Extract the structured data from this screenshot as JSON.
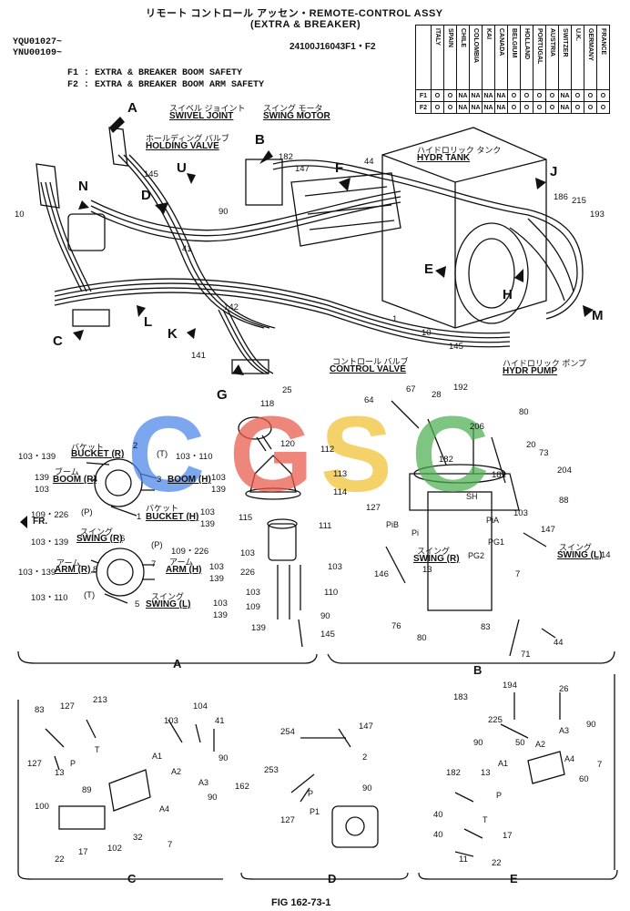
{
  "header": {
    "title_jp": "リモート コントロール アッセン・REMOTE-CONTROL ASSY",
    "subtitle": "(EXTRA & BREAKER)",
    "part_number": "24100J16043F1・F2",
    "serial_1": "YQU01027~",
    "serial_2": "YNU00109~",
    "f1_note": "F1 : EXTRA & BREAKER BOOM SAFETY",
    "f2_note": "F2 : EXTRA & BREAKER BOOM ARM SAFETY"
  },
  "country_table": {
    "countries": [
      "ITALY",
      "SPAIN",
      "CHILE",
      "COLOMBIA",
      "KAI",
      "CANADA",
      "BELGIUM",
      "HOLLAND",
      "PORTUGAL",
      "AUSTRIA",
      "SWITZER",
      "U.K.",
      "GERMANY",
      "FRANCE"
    ],
    "rows": [
      {
        "label": "F1",
        "cells": [
          "O",
          "O",
          "NA",
          "NA",
          "NA",
          "NA",
          "O",
          "O",
          "O",
          "O",
          "NA",
          "O",
          "O",
          "O"
        ]
      },
      {
        "label": "F2",
        "cells": [
          "O",
          "O",
          "NA",
          "NA",
          "NA",
          "NA",
          "O",
          "O",
          "O",
          "O",
          "NA",
          "O",
          "O",
          "O"
        ]
      }
    ]
  },
  "labels": {
    "swivel_jp": "スイベル ジョイント",
    "swivel": "SWIVEL JOINT",
    "swing_motor_jp": "スイング モータ",
    "swing_motor": "SWING MOTOR",
    "holding_jp": "ホールディング バルブ",
    "holding": "HOLDING VALVE",
    "tank_jp": "ハイドロリック タンク",
    "tank": "HYDR TANK",
    "cv_jp": "コントロール バルブ",
    "cv": "CONTROL VALVE",
    "pump_jp": "ハイドロリック ポンプ",
    "pump": "HYDR PUMP",
    "fr": "FR."
  },
  "callouts": {
    "A": "A",
    "B": "B",
    "C": "C",
    "D": "D",
    "E": "E",
    "F": "F",
    "G": "G",
    "H": "H",
    "J": "J",
    "K": "K",
    "L": "L",
    "M": "M",
    "N": "N",
    "U": "U"
  },
  "main_numbers": {
    "n10a": "10",
    "n145a": "145",
    "n182": "182",
    "n147": "147",
    "n44": "44",
    "n186": "186",
    "n215": "215",
    "n193": "193",
    "n90": "90",
    "n41": "41",
    "n142": "142",
    "n141": "141",
    "n1": "1",
    "n10b": "10",
    "n145b": "145",
    "n25": "25"
  },
  "section_a": {
    "bucket_r_jp": "バケット",
    "bucket_r": "BUCKET (R)",
    "bucket_r_port": "2",
    "boom_r_jp": "ブーム",
    "boom_r": "BOOM (R)",
    "boom_r_port": "4",
    "t_port": "(T)",
    "t_parts": "103・110",
    "boom_h_port": "3",
    "boom_h": "BOOM (H)",
    "p_port": "(P)",
    "p_parts": "109・226",
    "bucket_h_jp": "バケット",
    "bucket_h_port": "1",
    "bucket_h": "BUCKET (H)",
    "swing_r_jp": "スイング",
    "swing_r": "SWING (R)",
    "swing_r_port": "6",
    "p2_port": "(P)",
    "p2_parts": "109・226",
    "arm_r_jp": "アーム",
    "arm_r": "ARM (R)",
    "arm_r_port": "8",
    "arm_h_port": "7",
    "arm_h_jp": "アーム",
    "arm_h": "ARM (H)",
    "t2_port": "(T)",
    "t2_parts": "103・110",
    "swing_l_jp": "スイング",
    "swing_l_port": "5",
    "swing_l": "SWING (L)",
    "p103_139_a": "103・139",
    "p103_139_b": "103・139",
    "p103_139_c": "103・139",
    "p139a": "139",
    "p103a": "103",
    "p103b": "103",
    "p139b": "139",
    "p109_226": "109・226",
    "p103c": "103",
    "p139c": "139",
    "p103d": "103",
    "p139d": "139",
    "p103e": "103",
    "p139e": "139",
    "p103_110": "103・110",
    "n118": "118",
    "n120": "120",
    "n112": "112",
    "n113": "113",
    "n114": "114",
    "n115": "115",
    "n111": "111",
    "n103a": "103",
    "n226": "226",
    "n103b": "103",
    "n109": "109",
    "n103c": "103",
    "n110": "110",
    "n139": "139",
    "n90": "90",
    "n145": "145"
  },
  "section_b": {
    "n64": "64",
    "n67": "67",
    "n28": "28",
    "n192": "192",
    "n80a": "80",
    "n206": "206",
    "n20": "20",
    "n73": "73",
    "n182": "182",
    "n181": "181",
    "n204": "204",
    "n88": "88",
    "n103": "103",
    "n127": "127",
    "n147": "147",
    "n146": "146",
    "n7": "7",
    "n76": "76",
    "n80b": "80",
    "n83": "83",
    "n71": "71",
    "n44": "44",
    "pib": "PiB",
    "pi": "Pi",
    "pia": "PiA",
    "pg1": "PG1",
    "pg2": "PG2",
    "sh": "SH",
    "swing_r_jp": "スイング",
    "swing_r": "SWING (R)",
    "swing_r_num": "13",
    "swing_l_jp": "スイング",
    "swing_l": "SWING (L)",
    "swing_l_num": "14"
  },
  "section_c": {
    "n83": "83",
    "n127a": "127",
    "n213": "213",
    "n104": "104",
    "n103": "103",
    "n41": "41",
    "n90a": "90",
    "n162": "162",
    "n90b": "90",
    "n127b": "127",
    "n13": "13",
    "n89": "89",
    "n100": "100",
    "n32": "32",
    "n102": "102",
    "n17": "17",
    "n22": "22",
    "n7": "7",
    "p": "P",
    "t": "T",
    "a1": "A1",
    "a2": "A2",
    "a3": "A3",
    "a4": "A4"
  },
  "section_d": {
    "n254": "254",
    "n147": "147",
    "n2": "2",
    "n253": "253",
    "n90": "90",
    "n127": "127",
    "p": "P",
    "p1": "P1"
  },
  "section_e": {
    "n194": "194",
    "n26": "26",
    "n183": "183",
    "n225": "225",
    "n90a": "90",
    "n50": "50",
    "n90b": "90",
    "n7": "7",
    "n60": "60",
    "n182": "182",
    "n13": "13",
    "n40a": "40",
    "n40b": "40",
    "n11": "11",
    "n17": "17",
    "n22": "22",
    "a1": "A1",
    "a2": "A2",
    "a3": "A3",
    "a4": "A4",
    "p": "P",
    "t": "T"
  },
  "section_labels": {
    "a": "A",
    "b": "B",
    "c": "C",
    "d": "D",
    "e": "E"
  },
  "footer": {
    "figure": "FIG 162-73-1"
  },
  "watermark": {
    "letters": [
      "C",
      "G",
      "S",
      "C"
    ],
    "colors": [
      "#4a86e8",
      "#e8584a",
      "#f2c230",
      "#4caf50"
    ]
  }
}
